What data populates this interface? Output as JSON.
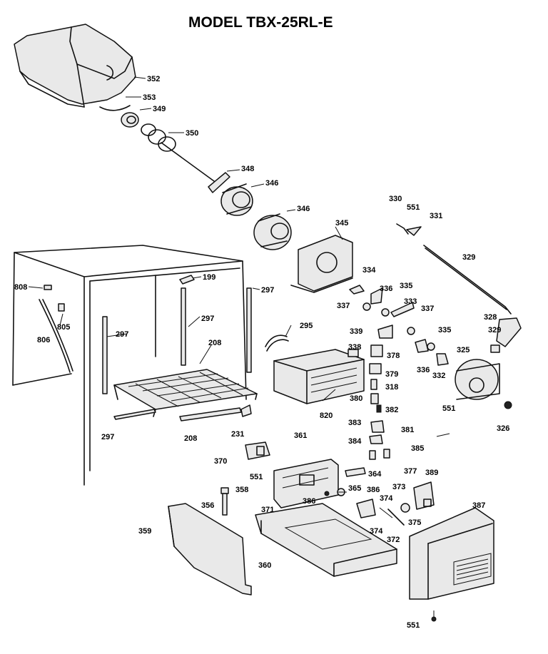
{
  "title": "MODEL TBX-25RL-E",
  "callouts": [
    "352",
    "353",
    "349",
    "350",
    "348",
    "346",
    "346",
    "345",
    "330",
    "551",
    "331",
    "329",
    "199",
    "297",
    "808",
    "805",
    "806",
    "297",
    "295",
    "334",
    "336",
    "335",
    "337",
    "333",
    "337",
    "339",
    "338",
    "378",
    "335",
    "328",
    "329",
    "208",
    "297",
    "379",
    "336",
    "332",
    "325",
    "318",
    "380",
    "382",
    "820",
    "551",
    "326",
    "383",
    "381",
    "297",
    "208",
    "231",
    "384",
    "385",
    "361",
    "377",
    "370",
    "551",
    "364",
    "389",
    "358",
    "365",
    "386",
    "373",
    "374",
    "356",
    "371",
    "386",
    "375",
    "372",
    "374",
    "387",
    "359",
    "360",
    "551"
  ]
}
